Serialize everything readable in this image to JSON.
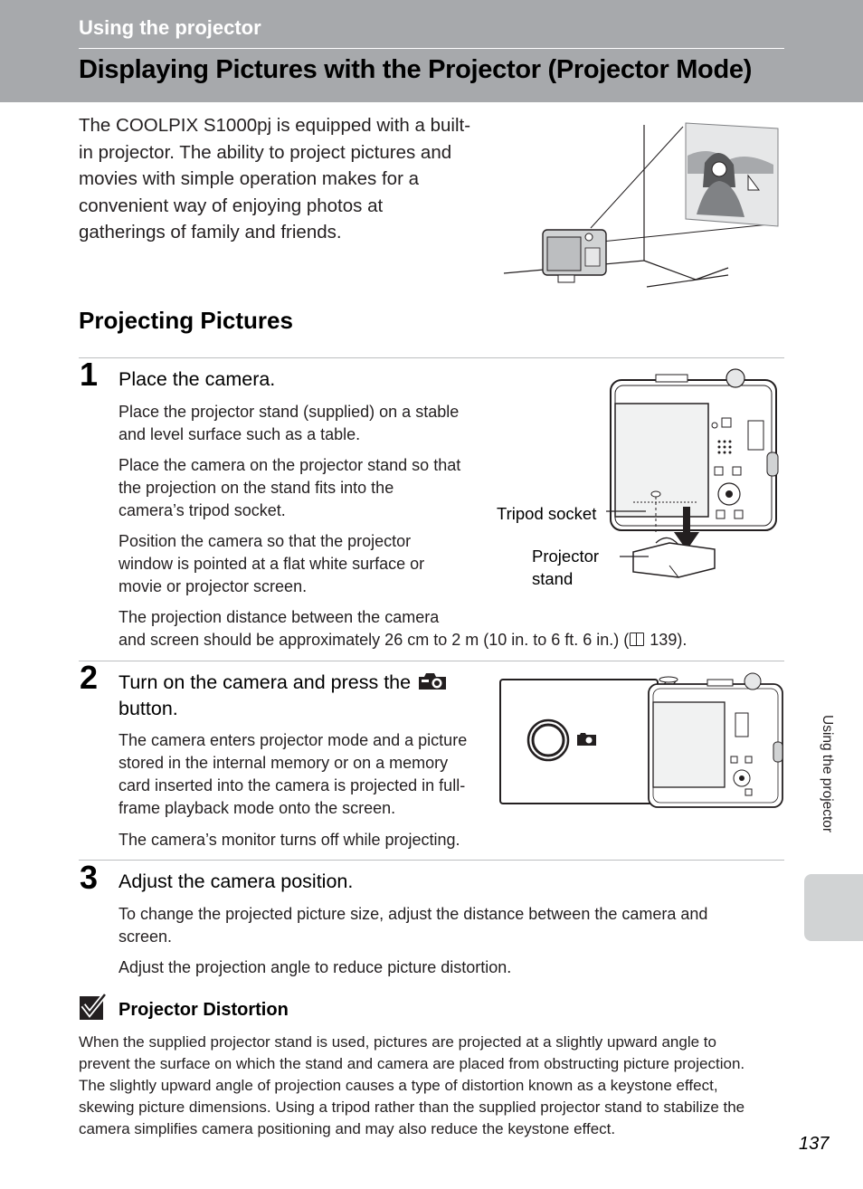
{
  "header": {
    "section": "Using the projector",
    "title": "Displaying Pictures with the Projector (Projector Mode)"
  },
  "intro": {
    "line1": "The COOLPIX S1000pj is equipped with a built-",
    "line2": "in projector. The ability to project pictures and",
    "line3": "movies with simple operation makes for a",
    "line4": "convenient way of enjoying photos at",
    "line5": "gatherings of family and friends."
  },
  "section_heading": "Projecting Pictures",
  "steps": [
    {
      "number": "1",
      "title": "Place the camera.",
      "paragraphs": [
        [
          "Place the projector stand (supplied) on a stable",
          "and level surface such as a table."
        ],
        [
          "Place the camera on the projector stand so that",
          "the projection on the stand fits into the",
          "camera’s tripod socket."
        ],
        [
          "Position the camera so that the projector",
          "window is pointed at a flat white surface or",
          "movie or projector screen."
        ],
        [
          "The projection distance between the camera",
          "and screen should be approximately 26 cm to 2 m (10 in. to 6 ft. 6 in.) (",
          " 139)."
        ]
      ],
      "callouts": {
        "tripod_socket": "Tripod socket",
        "projector_stand_1": "Projector",
        "projector_stand_2": "stand"
      }
    },
    {
      "number": "2",
      "title_line1": "Turn on the camera and press the ",
      "title_line2": "button.",
      "paragraphs": [
        [
          "The camera enters projector mode and a picture",
          "stored in the internal memory or on a memory",
          "card inserted into the camera is projected in full-",
          "frame playback mode onto the screen."
        ],
        [
          "The camera’s monitor turns off while projecting."
        ]
      ]
    },
    {
      "number": "3",
      "title": "Adjust the camera position.",
      "paragraphs": [
        [
          "To change the projected picture size, adjust the distance between the camera and",
          "screen."
        ],
        [
          "Adjust the projection angle to reduce picture distortion."
        ]
      ]
    }
  ],
  "note": {
    "title": "Projector Distortion",
    "lines": [
      "When the supplied projector stand is used, pictures are projected at a slightly upward angle to",
      "prevent the surface on which the stand and camera are placed from obstructing picture projection.",
      "The slightly upward angle of projection causes a type of distortion known as a keystone effect,",
      "skewing picture dimensions. Using a tripod rather than the supplied projector stand to stabilize the",
      "camera simplifies camera positioning and may also reduce the keystone effect."
    ]
  },
  "side_tab": "Using the projector",
  "page_number": "137"
}
